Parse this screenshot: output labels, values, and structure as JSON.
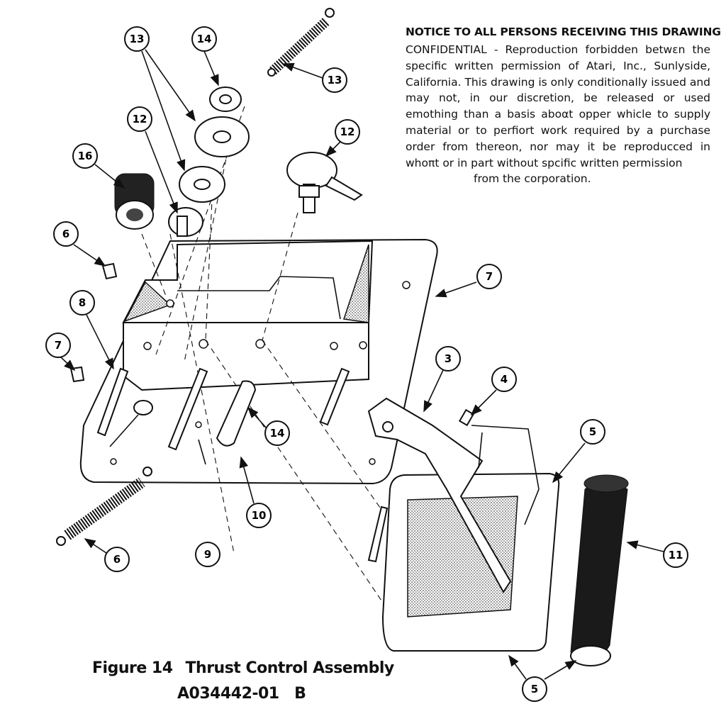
{
  "notice": {
    "heading": "NOTICE TO ALL PERSONS RECEIVING THIS DRAWING",
    "body": "CONFIDENTIAL - Reproduction forbidden betwεn the specific written permission of Atari, Inc., Sunlyside, California. This drawing is only conditionally issued and may not, in our discretion, be released or used emothing than a basis aboαt opper whicle to supply material or to perfiort work required by a purchase order from thereon, nor may it be reproducced in whoπt or in part without spcific written permission",
    "last_line": "from the corporation."
  },
  "caption": {
    "figure": "Figure 14",
    "title": "Thrust Control Assembly",
    "part_number": "A034442-01   B"
  },
  "callouts": [
    "13",
    "14",
    "13",
    "12",
    "12",
    "16",
    "6",
    "7",
    "8",
    "7",
    "3",
    "4",
    "5",
    "14",
    "10",
    "9",
    "6",
    "11",
    "5"
  ]
}
